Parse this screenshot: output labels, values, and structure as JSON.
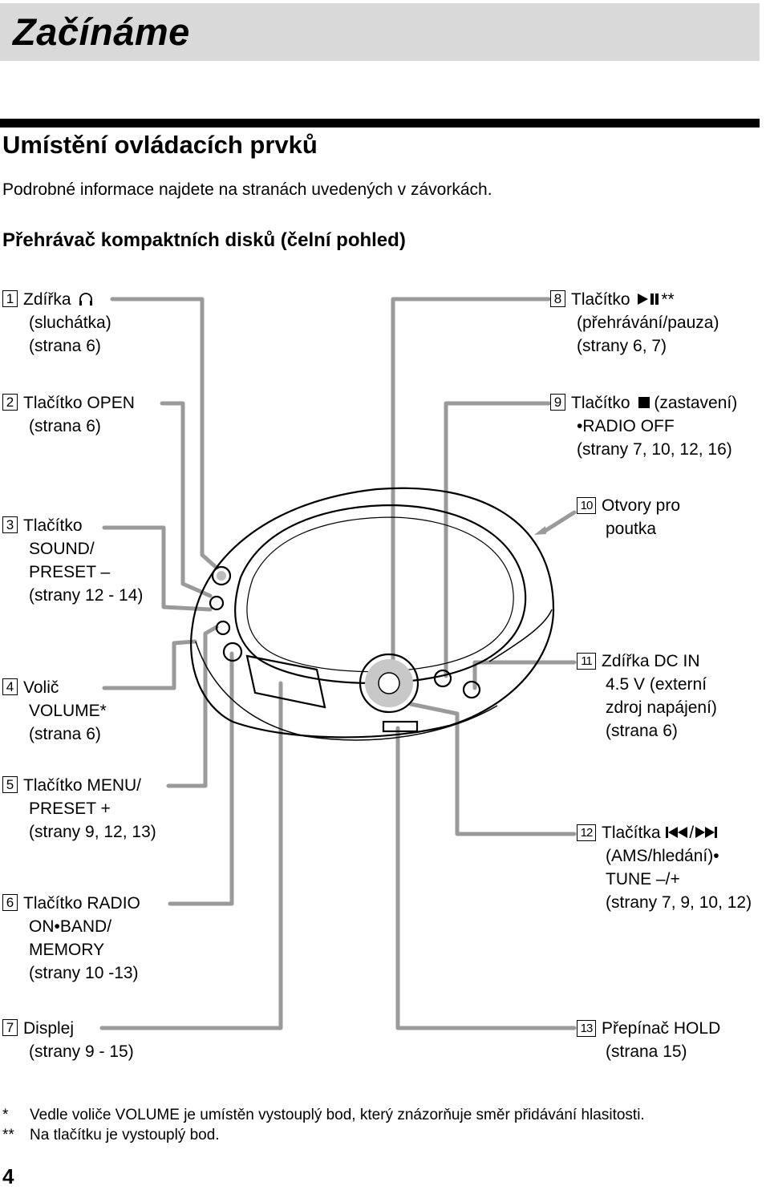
{
  "header": {
    "chapter_title": "Začínáme"
  },
  "section": {
    "title": "Umístění ovládacích prvků",
    "intro": "Podrobné informace najdete na stranách uvedených v závorkách.",
    "subsection": "Přehrávač kompaktních disků (čelní pohled)"
  },
  "labels": [
    {
      "num": "1",
      "lines": [
        "Zdířka",
        "(sluchátka)",
        "(strana 6)"
      ],
      "icon": "headphones-icon"
    },
    {
      "num": "2",
      "lines": [
        "Tlačítko OPEN",
        "(strana 6)"
      ]
    },
    {
      "num": "3",
      "lines": [
        "Tlačítko",
        "SOUND/",
        "PRESET –",
        "(strany 12 - 14)"
      ]
    },
    {
      "num": "4",
      "lines": [
        "Volič",
        "VOLUME*",
        "(strana 6)"
      ]
    },
    {
      "num": "5",
      "lines": [
        "Tlačítko MENU/",
        "PRESET +",
        "(strany 9, 12, 13)"
      ]
    },
    {
      "num": "6",
      "lines": [
        "Tlačítko RADIO",
        "ON•BAND/",
        "MEMORY",
        "(strany 10 -13)"
      ]
    },
    {
      "num": "7",
      "lines": [
        "Displej",
        "(strany 9 - 15)"
      ]
    },
    {
      "num": "8",
      "lines": [
        "Tlačítko",
        "**",
        "(přehrávání/pauza)",
        "(strany 6, 7)"
      ],
      "icon": "play-pause-icon"
    },
    {
      "num": "9",
      "lines": [
        "Tlačítko",
        "(zastavení)",
        "•RADIO OFF",
        "(strany 7, 10, 12, 16)"
      ],
      "icon": "stop-icon"
    },
    {
      "num": "10",
      "lines": [
        "Otvory pro",
        "poutka"
      ]
    },
    {
      "num": "11",
      "lines": [
        "Zdířka DC IN",
        "4.5 V (externí",
        "zdroj napájení)",
        "(strana 6)"
      ]
    },
    {
      "num": "12",
      "lines": [
        "Tlačítka",
        "/",
        "(AMS/hledání)•",
        "TUNE –/+",
        "(strany 7, 9, 10, 12)"
      ],
      "icon": "prev-next-icon"
    },
    {
      "num": "13",
      "lines": [
        "Přepínač HOLD",
        "(strana 15)"
      ]
    }
  ],
  "footnotes": [
    {
      "mark": "*",
      "text": "Vedle voliče VOLUME je umístěn vystouplý bod, který znázorňuje směr přidávání hlasitosti."
    },
    {
      "mark": "**",
      "text": "Na tlačítku je vystouplý bod."
    }
  ],
  "page_number": "4"
}
